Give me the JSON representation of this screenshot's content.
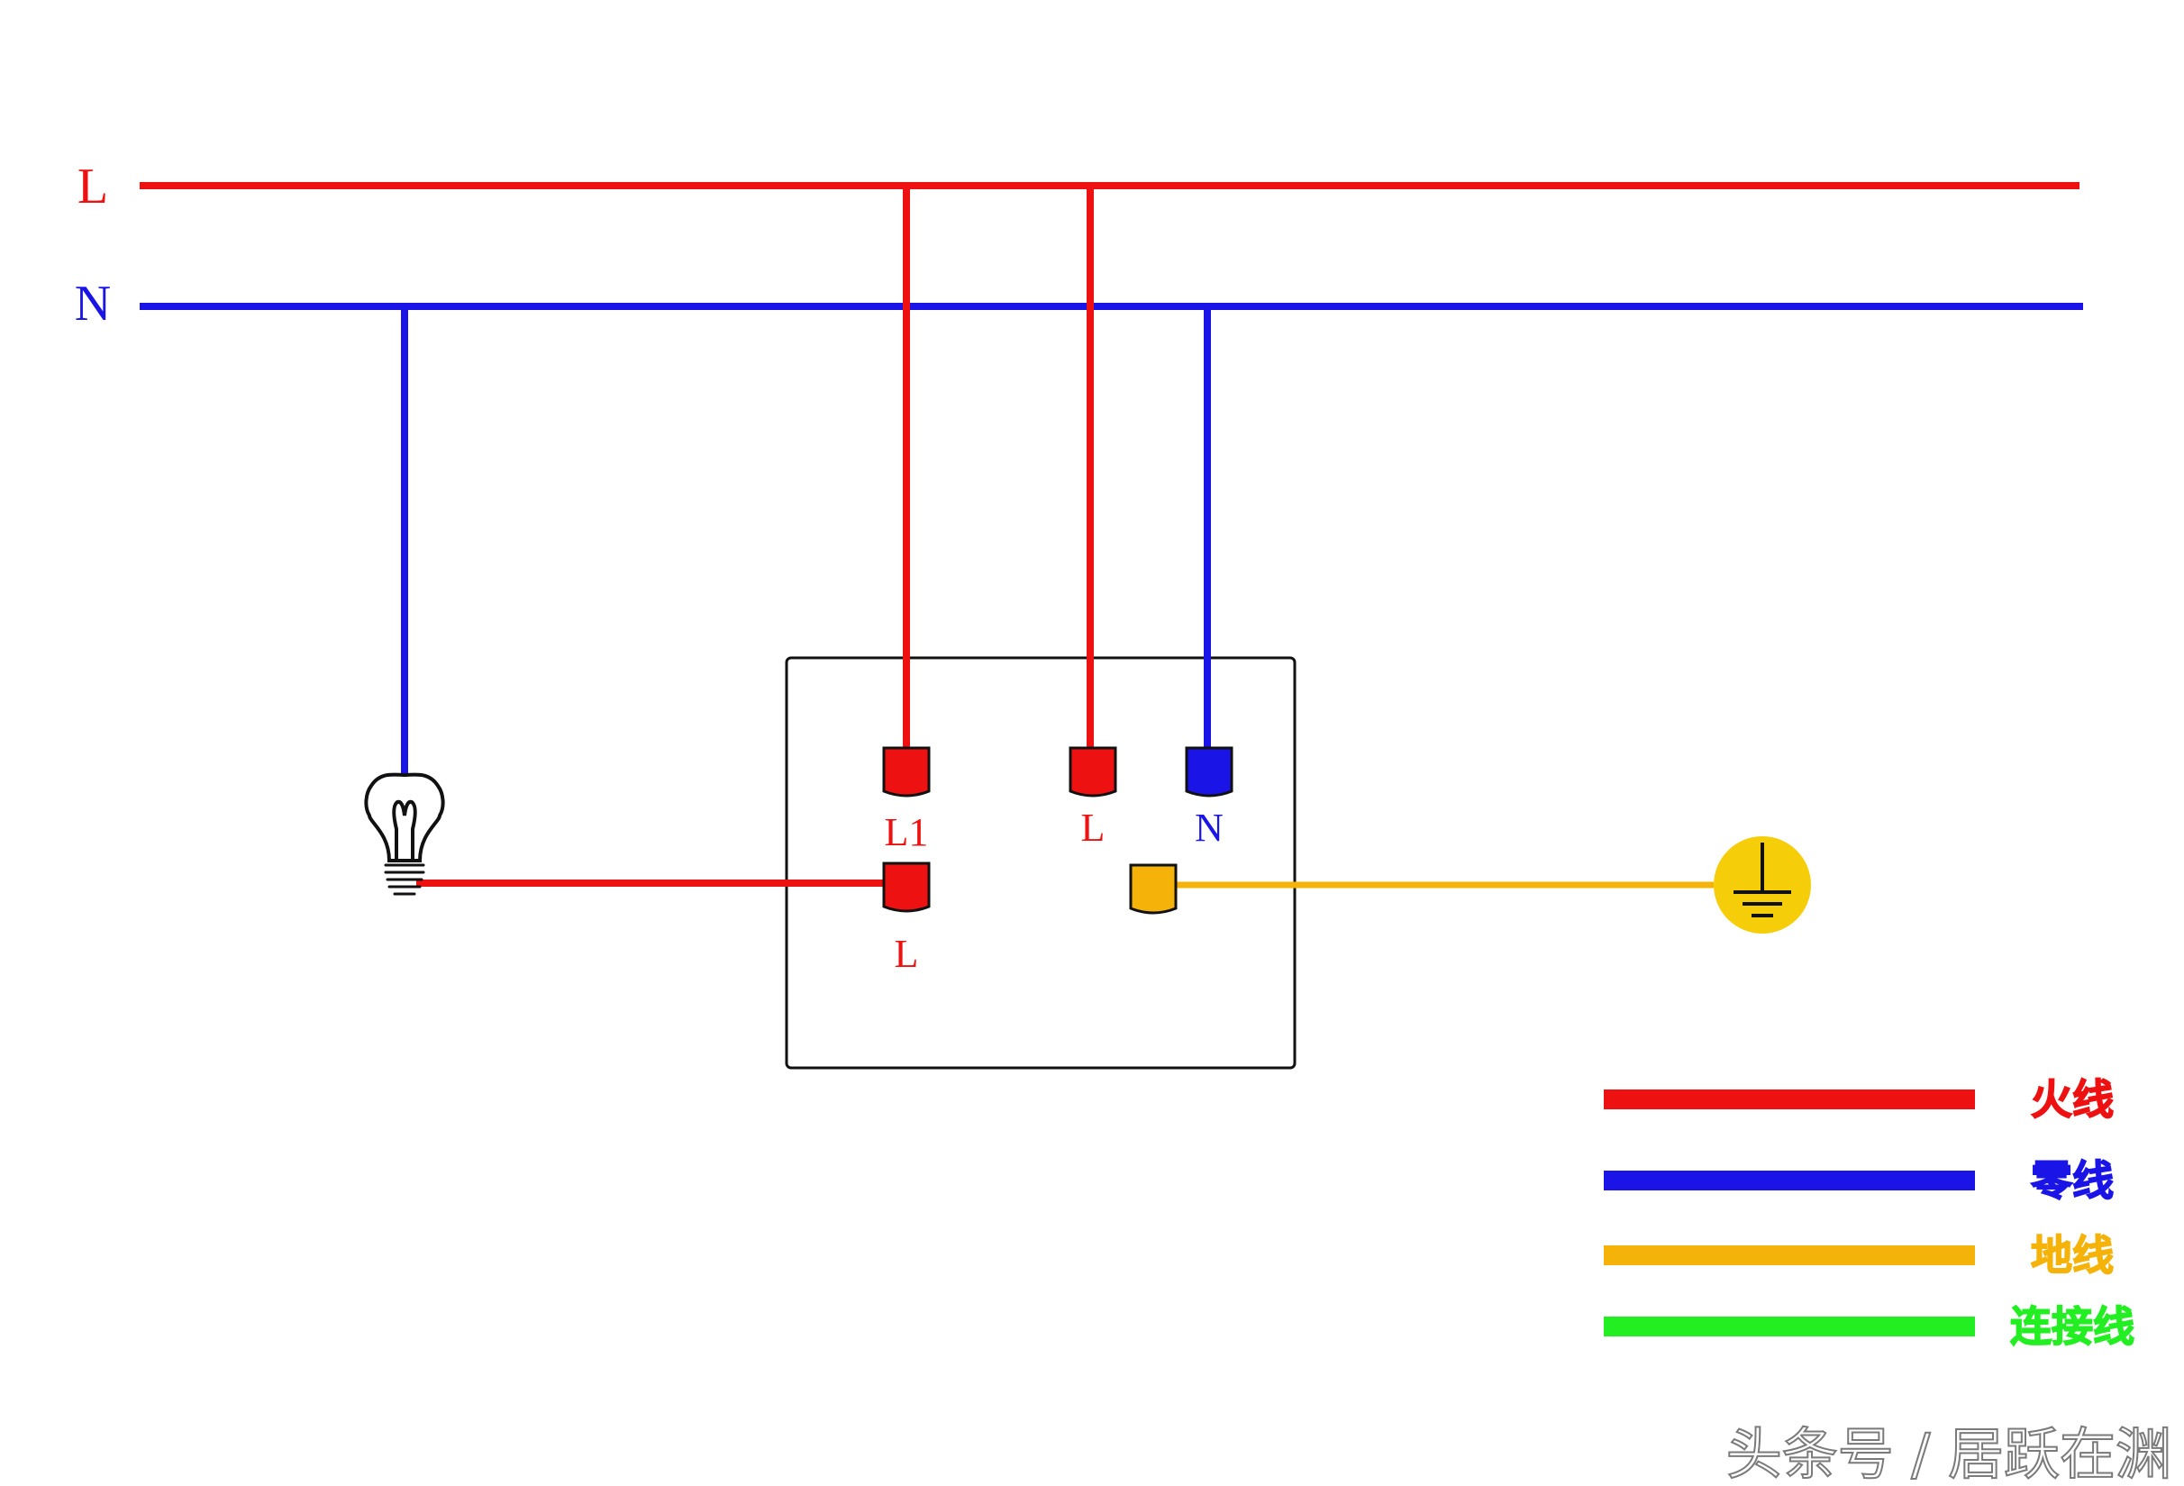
{
  "colors": {
    "live": "#ee1111",
    "neutral": "#1a14e6",
    "earth": "#f5b30a",
    "link": "#22ee22",
    "outline": "#111111"
  },
  "bus": {
    "live_label": "L",
    "neutral_label": "N"
  },
  "switch_box": {
    "terminal_l1": "L1",
    "terminal_l_top": "L",
    "terminal_n": "N",
    "terminal_l_bottom": "L"
  },
  "icons": {
    "lamp": "light-bulb-icon",
    "earth": "earth-ground-icon"
  },
  "legend": [
    {
      "label": "火线",
      "color": "#ee1111"
    },
    {
      "label": "零线",
      "color": "#1a14e6"
    },
    {
      "label": "地线",
      "color": "#f5b30a"
    },
    {
      "label": "连接线",
      "color": "#22ee22"
    }
  ],
  "watermark": "头条号 / 居跃在渊"
}
